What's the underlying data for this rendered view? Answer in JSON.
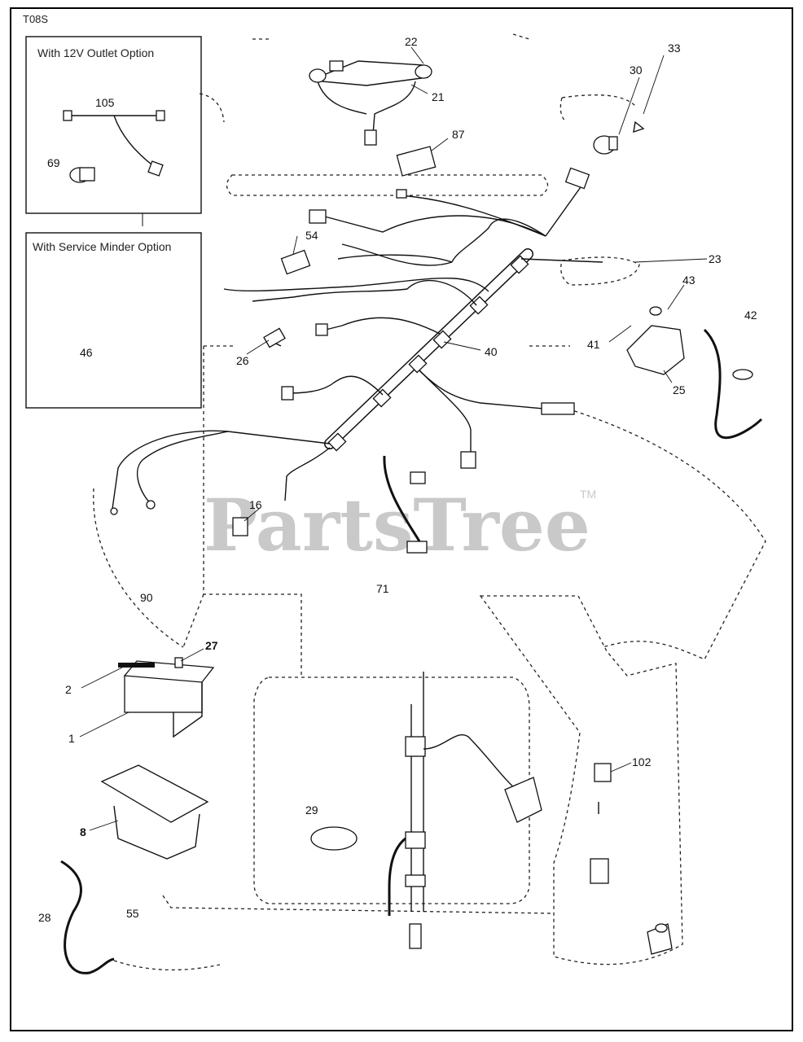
{
  "diagram_code": "T08S",
  "inset_12v": {
    "title": "With 12V Outlet Option",
    "labels": [
      "105",
      "69"
    ]
  },
  "inset_service": {
    "title": "With Service Minder Option",
    "labels": [
      "46"
    ]
  },
  "callouts": {
    "c22": "22",
    "c21": "21",
    "c30": "30",
    "c33": "33",
    "c87": "87",
    "c54": "54",
    "c23": "23",
    "c43": "43",
    "c42": "42",
    "c41": "41",
    "c40": "40",
    "c26": "26",
    "c25": "25",
    "c16": "16",
    "c71": "71",
    "c90": "90",
    "c27": "27",
    "c2": "2",
    "c1": "1",
    "c8": "8",
    "c28": "28",
    "c55": "55",
    "c29": "29",
    "c102": "102"
  },
  "watermark": {
    "text": "PartsTree",
    "trademark": "TM"
  }
}
